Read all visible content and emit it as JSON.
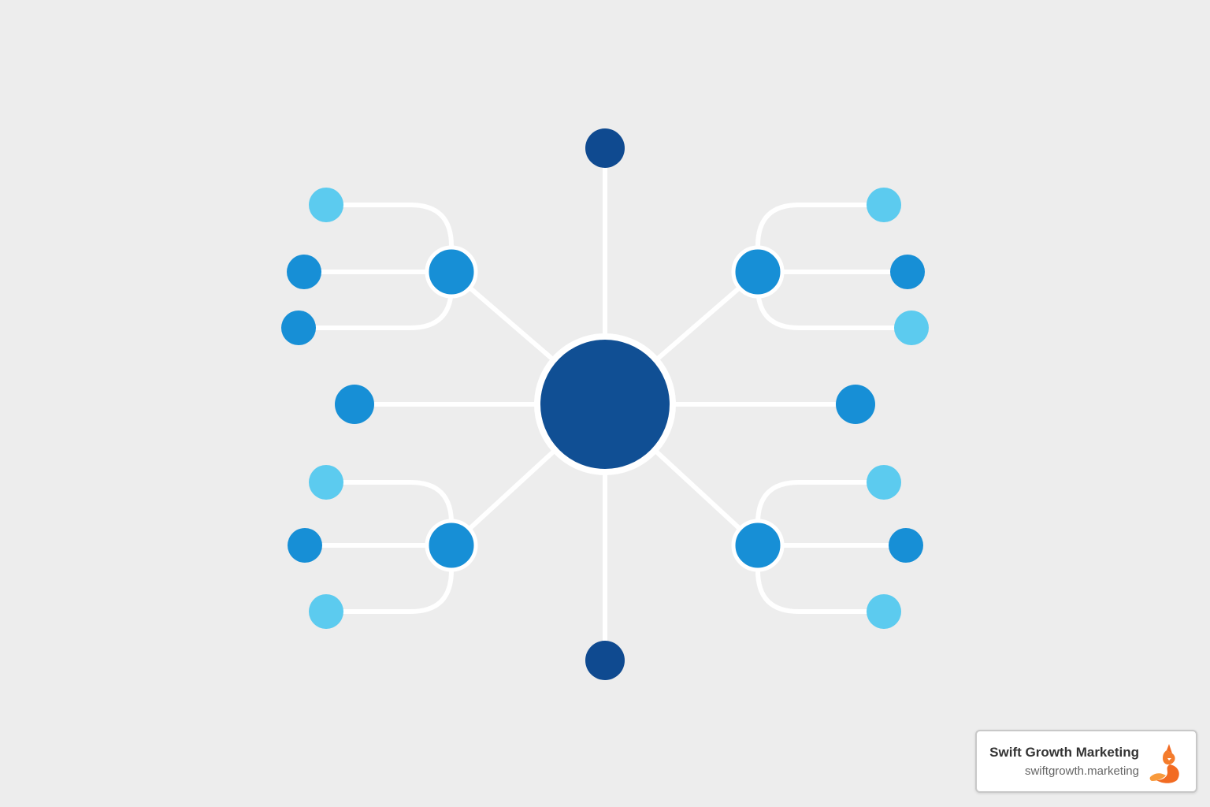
{
  "watermark": {
    "name": "Swift Growth Marketing",
    "url": "swiftgrowth.marketing",
    "logo_icon": "fox-logo-icon"
  },
  "colors": {
    "background": "#ededed",
    "connector": "#ffffff",
    "hub": "#104f94",
    "dark_blue": "#0f4a90",
    "mid_blue": "#178fd6",
    "light_blue": "#5ccbef",
    "logo_orange": "#f26b22"
  },
  "diagram": {
    "hub": {
      "id": "hub",
      "tone": "hub"
    },
    "nodes": [
      {
        "id": "top-node",
        "tone": "dark_blue"
      },
      {
        "id": "bottom-node",
        "tone": "dark_blue"
      },
      {
        "id": "left-node",
        "tone": "mid_blue"
      },
      {
        "id": "right-node",
        "tone": "mid_blue"
      },
      {
        "id": "branch-top-left",
        "tone": "mid_blue"
      },
      {
        "id": "branch-top-right",
        "tone": "mid_blue"
      },
      {
        "id": "branch-bottom-left",
        "tone": "mid_blue"
      },
      {
        "id": "branch-bottom-right",
        "tone": "mid_blue"
      },
      {
        "id": "leaf-tl-1",
        "tone": "light_blue"
      },
      {
        "id": "leaf-tl-2",
        "tone": "mid_blue"
      },
      {
        "id": "leaf-tl-3",
        "tone": "mid_blue"
      },
      {
        "id": "leaf-tr-1",
        "tone": "light_blue"
      },
      {
        "id": "leaf-tr-2",
        "tone": "mid_blue"
      },
      {
        "id": "leaf-tr-3",
        "tone": "light_blue"
      },
      {
        "id": "leaf-bl-1",
        "tone": "light_blue"
      },
      {
        "id": "leaf-bl-2",
        "tone": "mid_blue"
      },
      {
        "id": "leaf-bl-3",
        "tone": "light_blue"
      },
      {
        "id": "leaf-br-1",
        "tone": "light_blue"
      },
      {
        "id": "leaf-br-2",
        "tone": "mid_blue"
      },
      {
        "id": "leaf-br-3",
        "tone": "light_blue"
      }
    ],
    "edges": [
      {
        "from": "hub",
        "to": "top-node"
      },
      {
        "from": "hub",
        "to": "bottom-node"
      },
      {
        "from": "hub",
        "to": "left-node"
      },
      {
        "from": "hub",
        "to": "right-node"
      },
      {
        "from": "hub",
        "to": "branch-top-left"
      },
      {
        "from": "hub",
        "to": "branch-top-right"
      },
      {
        "from": "hub",
        "to": "branch-bottom-left"
      },
      {
        "from": "hub",
        "to": "branch-bottom-right"
      },
      {
        "from": "branch-top-left",
        "to": "leaf-tl-1"
      },
      {
        "from": "branch-top-left",
        "to": "leaf-tl-2"
      },
      {
        "from": "branch-top-left",
        "to": "leaf-tl-3"
      },
      {
        "from": "branch-top-right",
        "to": "leaf-tr-1"
      },
      {
        "from": "branch-top-right",
        "to": "leaf-tr-2"
      },
      {
        "from": "branch-top-right",
        "to": "leaf-tr-3"
      },
      {
        "from": "branch-bottom-left",
        "to": "leaf-bl-1"
      },
      {
        "from": "branch-bottom-left",
        "to": "leaf-bl-2"
      },
      {
        "from": "branch-bottom-left",
        "to": "leaf-bl-3"
      },
      {
        "from": "branch-bottom-right",
        "to": "leaf-br-1"
      },
      {
        "from": "branch-bottom-right",
        "to": "leaf-br-2"
      },
      {
        "from": "branch-bottom-right",
        "to": "leaf-br-3"
      }
    ]
  }
}
